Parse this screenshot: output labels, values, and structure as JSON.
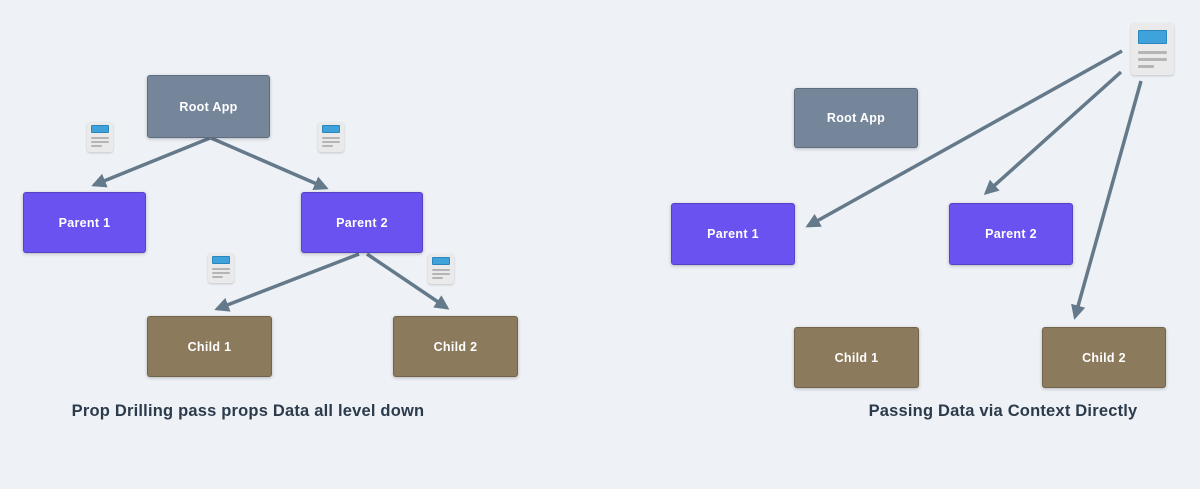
{
  "colors": {
    "background": "#eef1f5",
    "root_box": "#75869a",
    "parent_box": "#6952ef",
    "child_box": "#8b7a5b",
    "arrow": "#64798a",
    "caption_text": "#2c3b4c",
    "icon_card": "#eaeaea",
    "icon_image_blue": "#3fa2da",
    "icon_line_gray": "#b5b5b5"
  },
  "icons": {
    "data_doc": "data-document-icon"
  },
  "left": {
    "caption": "Prop Drilling pass props Data all level down",
    "nodes": {
      "root": {
        "label": "Root App"
      },
      "parent1": {
        "label": "Parent 1"
      },
      "parent2": {
        "label": "Parent 2"
      },
      "child1": {
        "label": "Child 1"
      },
      "child2": {
        "label": "Child 2"
      }
    }
  },
  "right": {
    "caption": "Passing Data via Context Directly",
    "nodes": {
      "root": {
        "label": "Root App"
      },
      "parent1": {
        "label": "Parent 1"
      },
      "parent2": {
        "label": "Parent 2"
      },
      "child1": {
        "label": "Child 1"
      },
      "child2": {
        "label": "Child 2"
      }
    }
  }
}
